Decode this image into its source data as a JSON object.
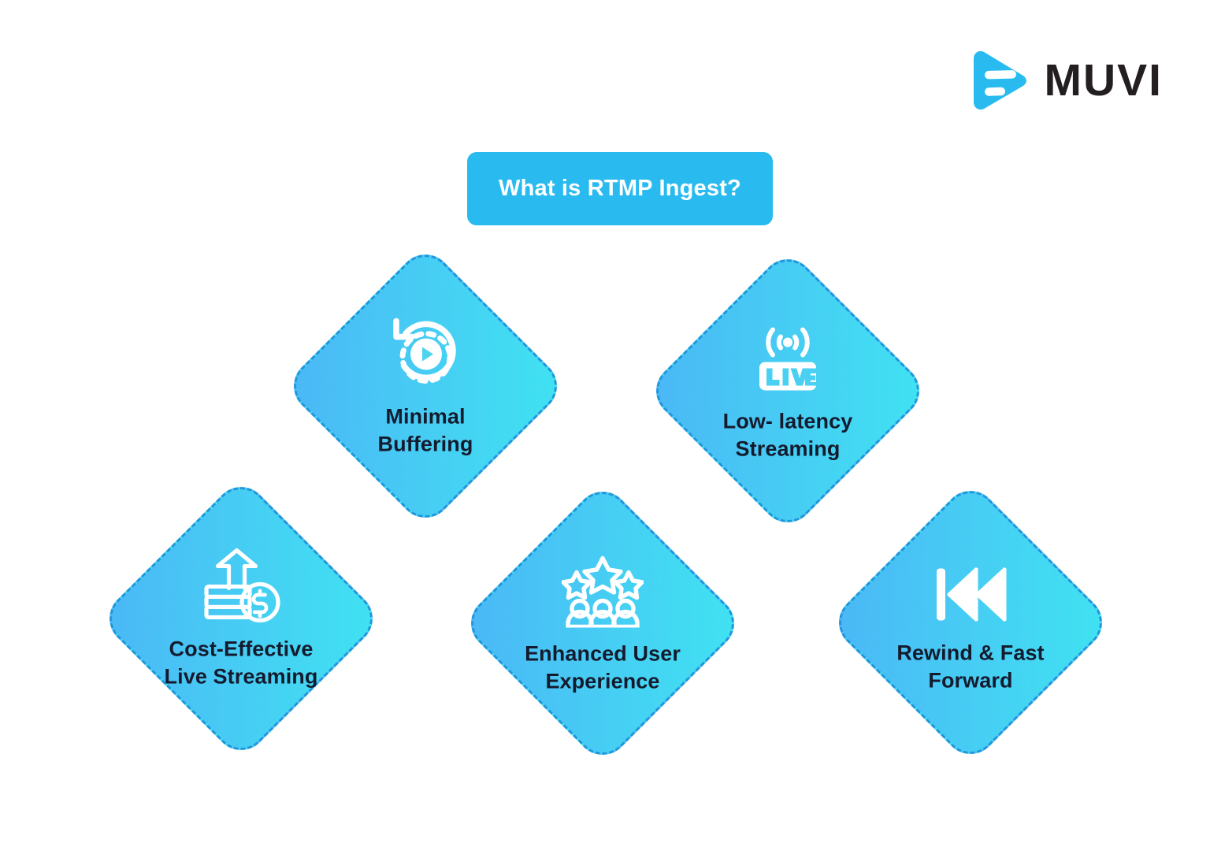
{
  "brand": {
    "logo_icon": "muvi-play-logo-icon",
    "name": "MUVI"
  },
  "header": {
    "title": "What is RTMP Ingest?",
    "badge_color": "#29bbef"
  },
  "theme": {
    "background": "#ffffff",
    "card_gradient_start": "#3fe3f2",
    "card_gradient_end": "#4bb7f6",
    "card_border": "#2196db",
    "label_color": "#151b2e",
    "icon_color": "#ffffff"
  },
  "cards": [
    {
      "id": "cost-effective-live-streaming",
      "label": "Cost-Effective\nLive Streaming",
      "icon": "coins-growth-arrow-dollar-icon"
    },
    {
      "id": "minimal-buffering",
      "label": "Minimal\nBuffering",
      "icon": "replay-play-button-icon"
    },
    {
      "id": "enhanced-user-experience",
      "label": "Enhanced User\nExperience",
      "icon": "stars-users-rating-icon"
    },
    {
      "id": "low-latency-streaming",
      "label": "Low- latency\nStreaming",
      "icon": "live-broadcast-icon"
    },
    {
      "id": "rewind-fast-forward",
      "label": "Rewind & Fast\nForward",
      "icon": "rewind-icon"
    }
  ]
}
